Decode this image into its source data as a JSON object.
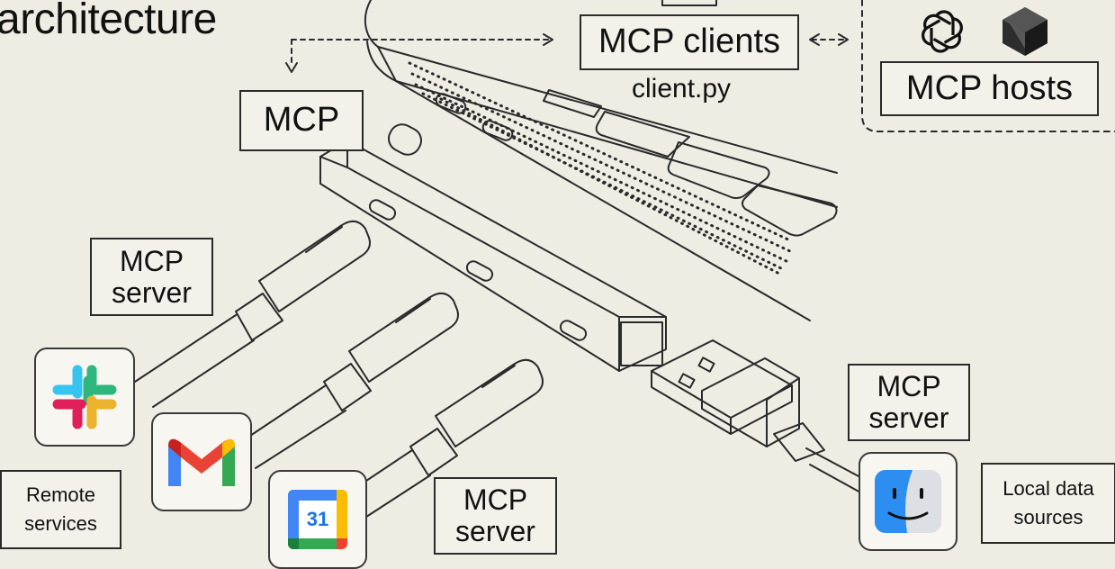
{
  "heading": "architecture",
  "labels": {
    "mcp_clients": "MCP clients",
    "client_file": "client.py",
    "mcp_hosts": "MCP hosts",
    "mcp": "MCP",
    "server_top_left": "MCP\nserver",
    "server_bottom_middle": "MCP\nserver",
    "server_right": "MCP\nserver",
    "remote_services": "Remote\nservices",
    "local_data_sources": "Local data\nsources",
    "calendar_day": "31"
  },
  "icons": [
    "openai-logo-icon",
    "cube-logo-icon",
    "slack-icon",
    "gmail-icon",
    "google-calendar-icon",
    "finder-icon"
  ],
  "colors": {
    "background": "#efece4",
    "line": "#2a2a2a",
    "slack_blue": "#36c5f0",
    "slack_green": "#2eb67d",
    "slack_yellow": "#ecb22e",
    "slack_red": "#e01e5a",
    "gmail_red": "#ea4335",
    "gmail_blue": "#4285f4",
    "gmail_green": "#34a853",
    "gmail_yellow": "#fbbc04",
    "finder_blue": "#2b8ef0"
  }
}
